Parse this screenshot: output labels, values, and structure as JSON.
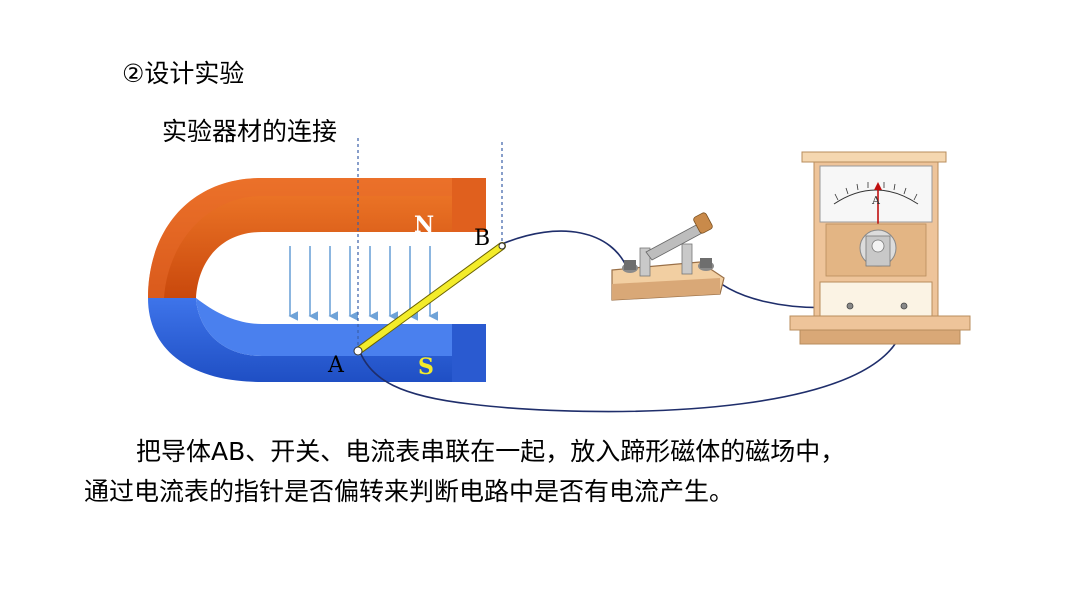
{
  "heading": "②设计实验",
  "subheading": "实验器材的连接",
  "labels": {
    "north_pole": "N",
    "south_pole": "S",
    "point_a": "A",
    "point_b": "B",
    "ammeter_unit": "A"
  },
  "description": {
    "line1": "把导体AB、开关、电流表串联在一起，放入蹄形磁体的磁场中，",
    "line2": "通过电流表的指针是否偏转来判断电路中是否有电流产生。"
  },
  "colors": {
    "north": "#d9540f",
    "south": "#2b5fd6",
    "conductor": "#f3ec2a",
    "field_arrow": "#6fa3d8",
    "wire": "#1f2e6b",
    "base_wood": "#f2cfa2",
    "meter_frame": "#eec49a"
  }
}
